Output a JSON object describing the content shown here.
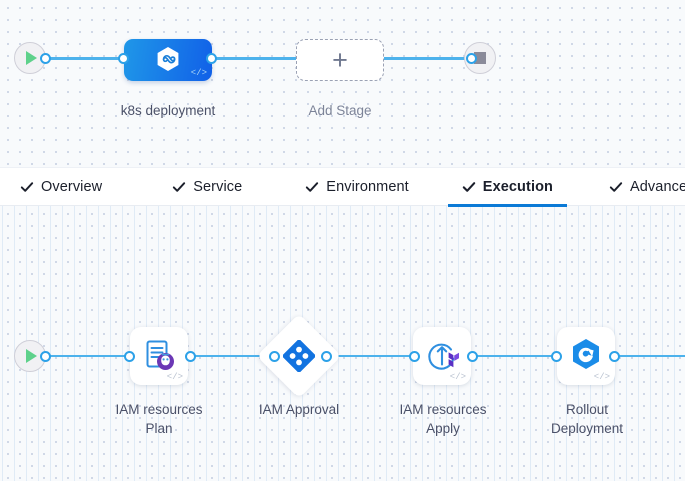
{
  "stage_graph": {
    "start_icon": "play-icon",
    "end_icon": "stop-icon",
    "nodes": [
      {
        "label": "k8s deployment",
        "icon": "hexagon-infinity-icon",
        "badge": "code-icon",
        "type": "stage"
      },
      {
        "label": "Add Stage",
        "icon": "plus-icon",
        "type": "add-stage"
      }
    ],
    "plus_glyph": "+"
  },
  "tabs": [
    {
      "label": "Overview",
      "checked": true,
      "active": false
    },
    {
      "label": "Service",
      "checked": true,
      "active": false
    },
    {
      "label": "Environment",
      "checked": true,
      "active": false
    },
    {
      "label": "Execution",
      "checked": true,
      "active": true
    },
    {
      "label": "Advanced",
      "checked": true,
      "active": false
    }
  ],
  "active_tab_color": "#0b7ad6",
  "step_graph": {
    "start_icon": "play-icon",
    "steps": [
      {
        "label": "IAM resources\nPlan",
        "icon": "terraform-plan-icon",
        "badge": "code-icon",
        "shape": "card"
      },
      {
        "label": "IAM Approval",
        "icon": "approval-diamond-icon",
        "badge": "",
        "shape": "diamond"
      },
      {
        "label": "IAM resources\nApply",
        "icon": "terraform-apply-icon",
        "badge": "code-icon",
        "shape": "card"
      },
      {
        "label": "Rollout\nDeployment",
        "icon": "rollout-hexagon-icon",
        "badge": "code-icon",
        "shape": "card"
      }
    ]
  },
  "colors": {
    "accent_blue": "#1f97e8",
    "link_blue": "#4db2ec",
    "port_blue": "#2ca1e8",
    "terraform_purple": "#6b37b5",
    "play_green": "#5ed18b",
    "canvas_bg": "#f8fafc"
  }
}
